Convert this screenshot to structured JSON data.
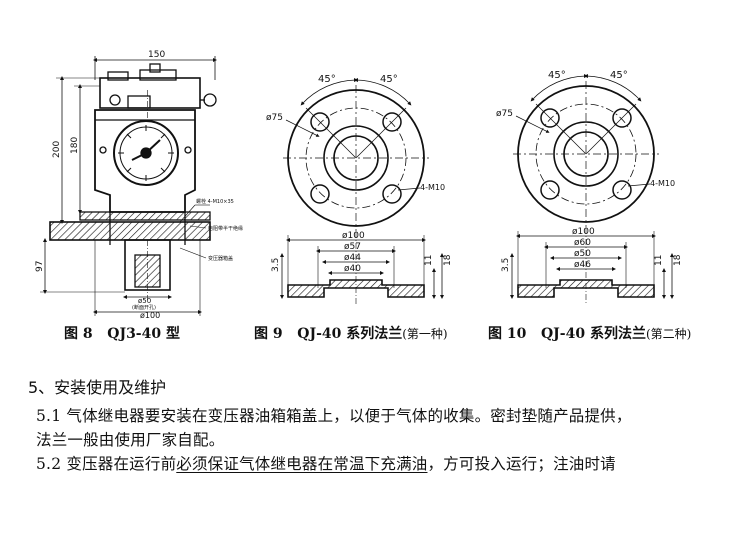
{
  "figures": {
    "fig8": {
      "caption_num": "图 8",
      "caption_model": "QJ3-40 型",
      "dim_width": "150",
      "dim_height_total": "200",
      "dim_height_body": "180",
      "dim_pipe": "97",
      "dim_pipe_d": "ø50",
      "dim_pipe_note": "(断面开孔)",
      "dim_base": "ø100",
      "note_bolt": "螺栓 4-M10×35",
      "note_sealing": "电阻带半干绝缘",
      "note_oiltank": "变压器箱盖"
    },
    "fig9": {
      "caption_num": "图 9",
      "caption_model": "QJ-40 系列法兰",
      "caption_sub": "(第一种)",
      "angle_left": "45°",
      "angle_right": "45°",
      "bolt_circle": "ø75",
      "holes": "4-M10",
      "d1": "ø100",
      "d2": "ø57",
      "d3": "ø44",
      "d4": "ø40",
      "thickness": "3.5",
      "h1": "11",
      "h2": "18"
    },
    "fig10": {
      "caption_num": "图 10",
      "caption_model": "QJ-40 系列法兰",
      "caption_sub": "(第二种)",
      "angle_left": "45°",
      "angle_right": "45°",
      "bolt_circle": "ø75",
      "holes": "4-M10",
      "d1": "ø100",
      "d2": "ø60",
      "d3": "ø50",
      "d4": "ø46",
      "thickness": "3.5",
      "h1": "11",
      "h2": "18"
    }
  },
  "section": {
    "heading": "5、安装使用及维护",
    "p1_line1": "5.1 气体继电器要安装在变压器油箱箱盖上，以便于气体的收集。密封垫随产品提供，",
    "p1_line2": "法兰一般由使用厂家自配。",
    "p2_prefix": "5.2 变压器在运行前",
    "p2_underlined": "必须保证气体继电器在常温下充满油",
    "p2_suffix": "，方可投入运行；注油时请"
  }
}
